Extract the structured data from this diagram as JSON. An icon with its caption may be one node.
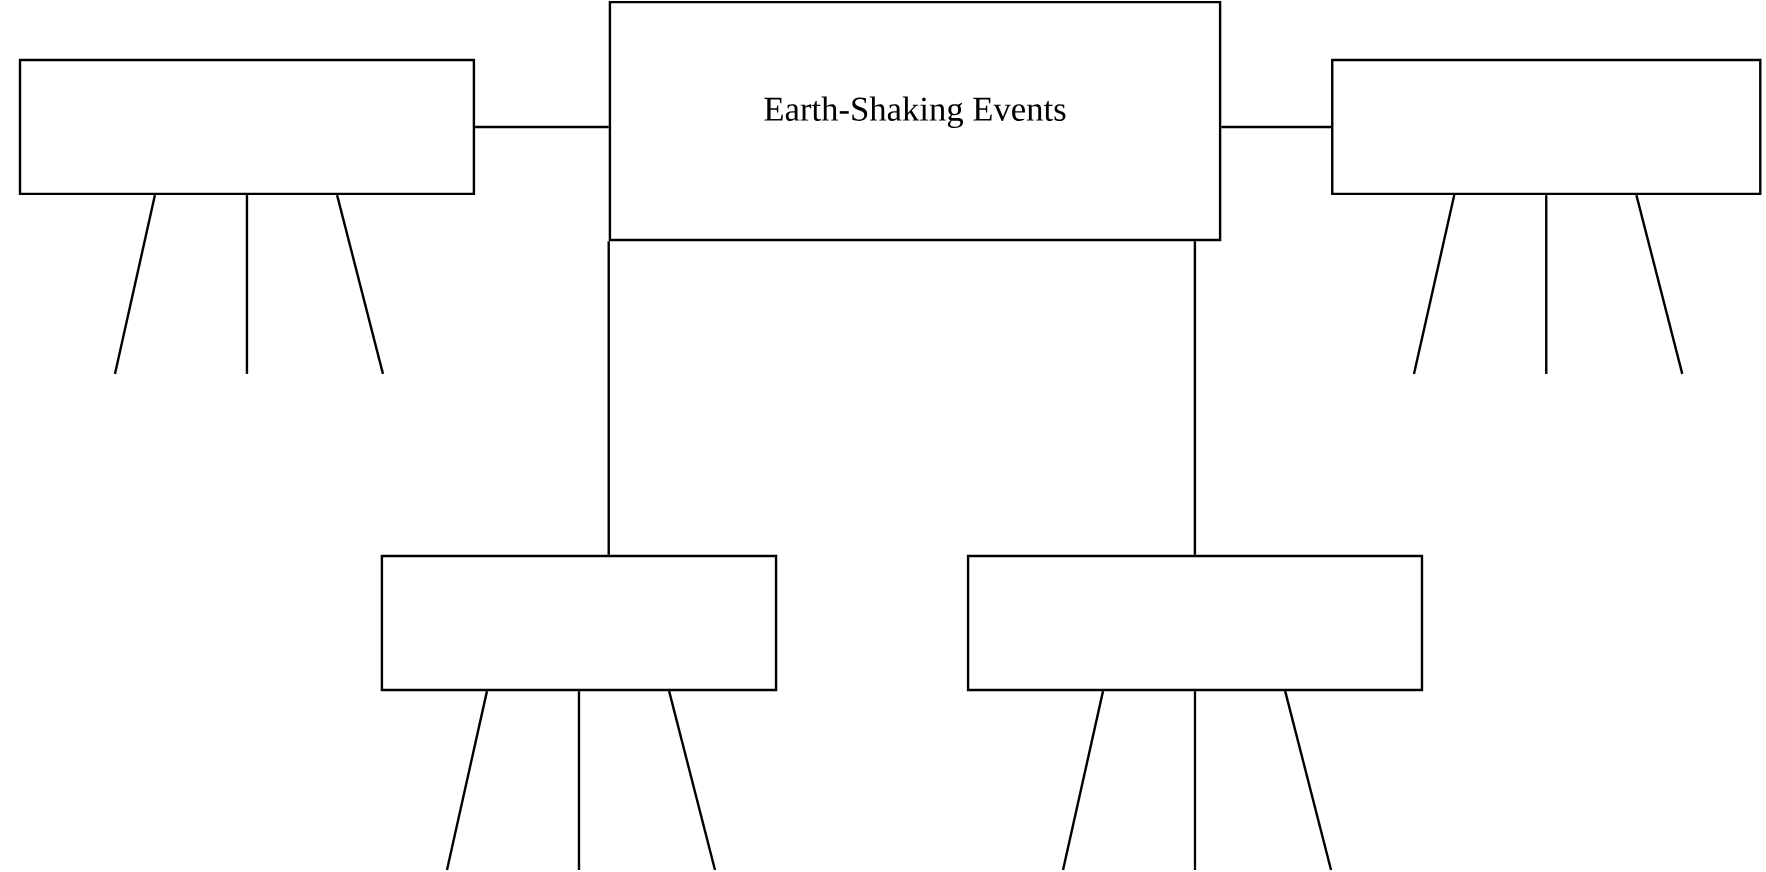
{
  "diagram": {
    "nodes": [
      {
        "text": [
          "Earth-Shaking Events"
        ]
      },
      {
        "text": [],
        "shape": "box"
      },
      {
        "text": [],
        "shape": "box"
      },
      {
        "text": [],
        "shape": "box"
      },
      {
        "text": [],
        "shape": "box"
      }
    ],
    "edges": [
      {
        "from": 0,
        "to": 1,
        "arrow": "none"
      },
      {
        "from": 0,
        "to": 2,
        "arrow": "none"
      },
      {
        "from": 0,
        "to": 3,
        "arrow": "none"
      },
      {
        "from": 0,
        "to": 4,
        "arrow": "none"
      },
      {
        "from": 1,
        "to": null,
        "arrow": "none"
      },
      {
        "from": 1,
        "to": null,
        "arrow": "none"
      },
      {
        "from": 1,
        "to": null,
        "arrow": "none"
      },
      {
        "from": 2,
        "to": null,
        "arrow": "none"
      },
      {
        "from": 2,
        "to": null,
        "arrow": "none"
      },
      {
        "from": 2,
        "to": null,
        "arrow": "none"
      },
      {
        "from": 3,
        "to": null,
        "arrow": "none"
      },
      {
        "from": 3,
        "to": null,
        "arrow": "none"
      },
      {
        "from": 3,
        "to": null,
        "arrow": "none"
      },
      {
        "from": 4,
        "to": null,
        "arrow": "none"
      },
      {
        "from": 4,
        "to": null,
        "arrow": "none"
      },
      {
        "from": 4,
        "to": null,
        "arrow": "none"
      }
    ]
  }
}
